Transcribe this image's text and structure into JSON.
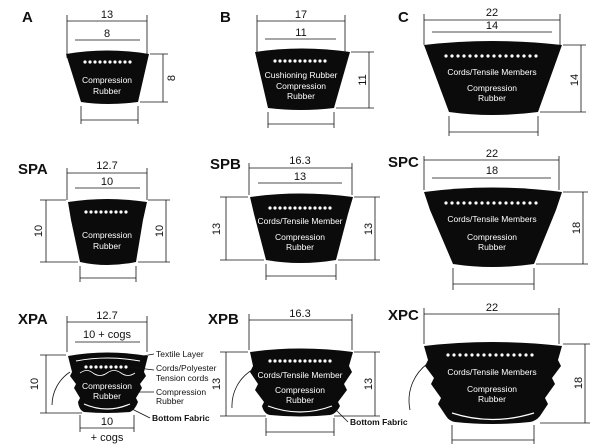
{
  "belts": {
    "a": {
      "name": "A",
      "top": "13",
      "inner": "8",
      "height": "8",
      "material": [
        "Compression",
        "Rubber"
      ]
    },
    "b": {
      "name": "B",
      "top": "17",
      "inner": "11",
      "height": "11",
      "material": [
        "Cushioning Rubber",
        "Compression",
        "Rubber"
      ]
    },
    "c": {
      "name": "C",
      "top": "22",
      "inner": "14",
      "height": "14",
      "cords": "Cords/Tensile Members",
      "material": [
        "Compression",
        "Rubber"
      ]
    },
    "spa": {
      "name": "SPA",
      "top": "12.7",
      "inner": "10",
      "height_left": "10",
      "height_right": "10",
      "material": [
        "Compression",
        "Rubber"
      ]
    },
    "spb": {
      "name": "SPB",
      "top": "16.3",
      "inner": "13",
      "height_left": "13",
      "height_right": "13",
      "cords": "Cords/Tensile Member",
      "material": [
        "Compression",
        "Rubber"
      ]
    },
    "spc": {
      "name": "SPC",
      "top": "22",
      "inner": "18",
      "height": "18",
      "cords": "Cords/Tensile Members",
      "material": [
        "Compression",
        "Rubber"
      ]
    },
    "xpa": {
      "name": "XPA",
      "top": "12.7",
      "inner": "10  + cogs",
      "bottom": "10",
      "bottom_sub": "+ cogs",
      "height": "10",
      "material": [
        "Compression",
        "Rubber"
      ]
    },
    "xpb": {
      "name": "XPB",
      "top": "16.3",
      "height_left": "13",
      "height_right": "13",
      "cords": "Cords/Tensile Member",
      "material": [
        "Compression",
        "Rubber"
      ]
    },
    "xpc": {
      "name": "XPC",
      "top": "22",
      "height": "18",
      "cords": "Cords/Tensile Members",
      "material": [
        "Compression",
        "Rubber"
      ]
    }
  },
  "callouts": {
    "textile": "Textile Layer",
    "cords1": "Cords/Polyester",
    "cords2": "Tension cords",
    "comp1": "Compression",
    "comp2": "Rubber",
    "bottom_fabric": "Bottom Fabric",
    "bottom_fabric_xpb": "Bottom Fabric"
  }
}
